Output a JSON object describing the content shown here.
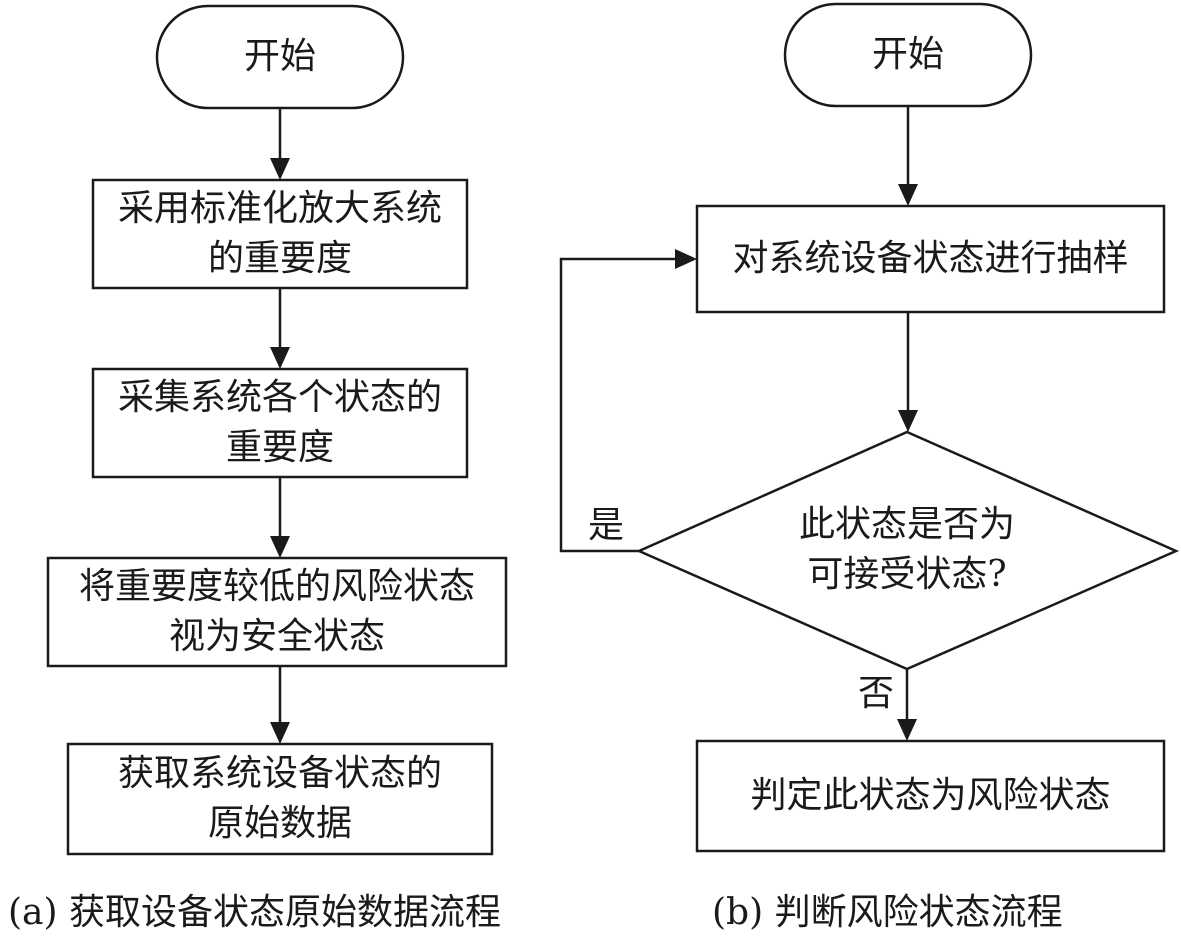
{
  "flowchart_a": {
    "start": "开始",
    "step1": "采用标准化放大系统\n的重要度",
    "step2": "采集系统各个状态的\n重要度",
    "step3": "将重要度较低的风险状态\n视为安全状态",
    "step4": "获取系统设备状态的\n原始数据",
    "caption": "(a) 获取设备状态原始数据流程"
  },
  "flowchart_b": {
    "start": "开始",
    "sample": "对系统设备状态进行抽样",
    "decision": "此状态是否为\n可接受状态?",
    "yes_label": "是",
    "no_label": "否",
    "result": "判定此状态为风险状态",
    "caption": "(b) 判断风险状态流程"
  }
}
